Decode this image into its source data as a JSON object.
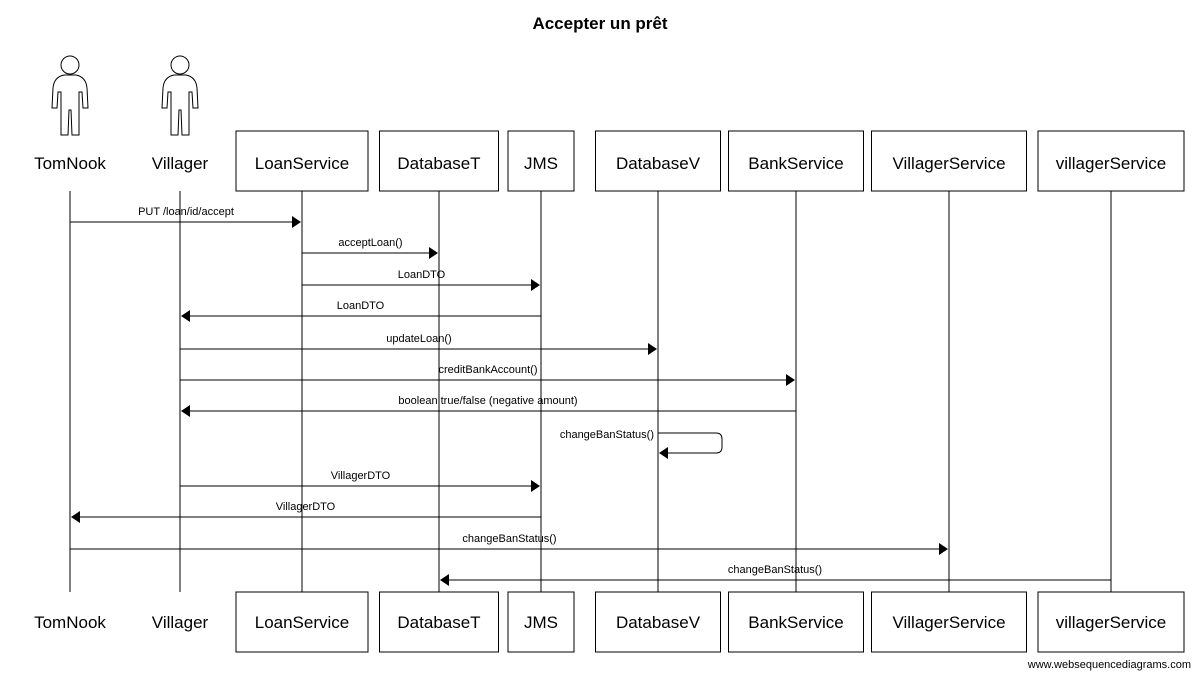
{
  "diagram": {
    "title": "Accepter un prêt",
    "credit": "www.websequencediagrams.com"
  },
  "participants": [
    {
      "id": "tomnook",
      "name": "TomNook",
      "kind": "actor"
    },
    {
      "id": "villager",
      "name": "Villager",
      "kind": "actor"
    },
    {
      "id": "loanservice",
      "name": "LoanService",
      "kind": "box"
    },
    {
      "id": "databaset",
      "name": "DatabaseT",
      "kind": "box"
    },
    {
      "id": "jms",
      "name": "JMS",
      "kind": "box"
    },
    {
      "id": "databasev",
      "name": "DatabaseV",
      "kind": "box"
    },
    {
      "id": "bankservice",
      "name": "BankService",
      "kind": "box"
    },
    {
      "id": "villagerservice",
      "name": "VillagerService",
      "kind": "box"
    },
    {
      "id": "villagerservice-lower",
      "name": "villagerService",
      "kind": "box"
    }
  ],
  "messages": [
    {
      "from": "tomnook",
      "to": "loanservice",
      "label": "PUT /loan/id/accept"
    },
    {
      "from": "loanservice",
      "to": "databaset",
      "label": "acceptLoan()"
    },
    {
      "from": "loanservice",
      "to": "jms",
      "label": "LoanDTO"
    },
    {
      "from": "jms",
      "to": "villager",
      "label": "LoanDTO"
    },
    {
      "from": "villager",
      "to": "databasev",
      "label": "updateLoan()"
    },
    {
      "from": "villager",
      "to": "bankservice",
      "label": "creditBankAccount()"
    },
    {
      "from": "bankservice",
      "to": "villager",
      "label": "boolean true/false (negative amount)"
    },
    {
      "from": "databasev",
      "to": "databasev",
      "label": "changeBanStatus()"
    },
    {
      "from": "villager",
      "to": "jms",
      "label": "VillagerDTO"
    },
    {
      "from": "jms",
      "to": "tomnook",
      "label": "VillagerDTO"
    },
    {
      "from": "tomnook",
      "to": "villagerservice",
      "label": "changeBanStatus()"
    },
    {
      "from": "villagerservice-lower",
      "to": "databaset",
      "label": "changeBanStatus()"
    }
  ]
}
